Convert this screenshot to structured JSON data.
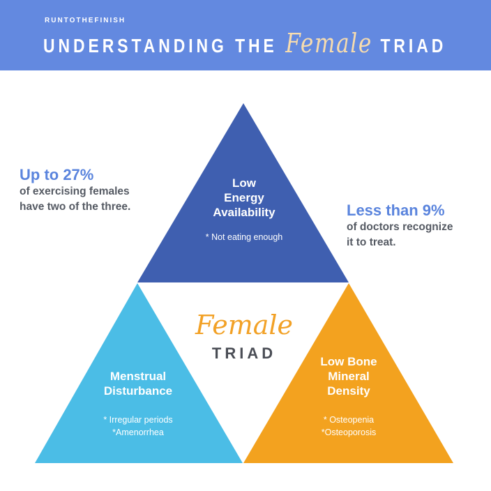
{
  "header": {
    "brand": "RUNTOTHEFINISH",
    "title_part1": "UNDERSTANDING THE",
    "title_script": "Female",
    "title_part2": "TRIAD"
  },
  "colors": {
    "header_bg": "#6389e0",
    "energy": "#3f5fb0",
    "menstrual": "#4bbde6",
    "bone": "#f3a21f"
  },
  "triangles": {
    "energy": {
      "label": [
        "Low",
        "Energy",
        "Availability"
      ],
      "notes": [
        "* Not eating enough"
      ]
    },
    "menstrual": {
      "label": [
        "Menstrual",
        "Disturbance"
      ],
      "notes": [
        "* Irregular periods",
        "*Amenorrhea"
      ]
    },
    "bone": {
      "label": [
        "Low Bone",
        "Mineral",
        "Density"
      ],
      "notes": [
        "* Osteopenia",
        "*Osteoporosis"
      ]
    }
  },
  "center": {
    "script": "Female",
    "word": "TRIAD"
  },
  "stats": {
    "left": {
      "big": "Up to 27%",
      "lines": [
        "of exercising females",
        "have two of the three."
      ]
    },
    "right": {
      "big": "Less than 9%",
      "lines": [
        "of doctors recognize",
        "it to treat."
      ]
    }
  }
}
